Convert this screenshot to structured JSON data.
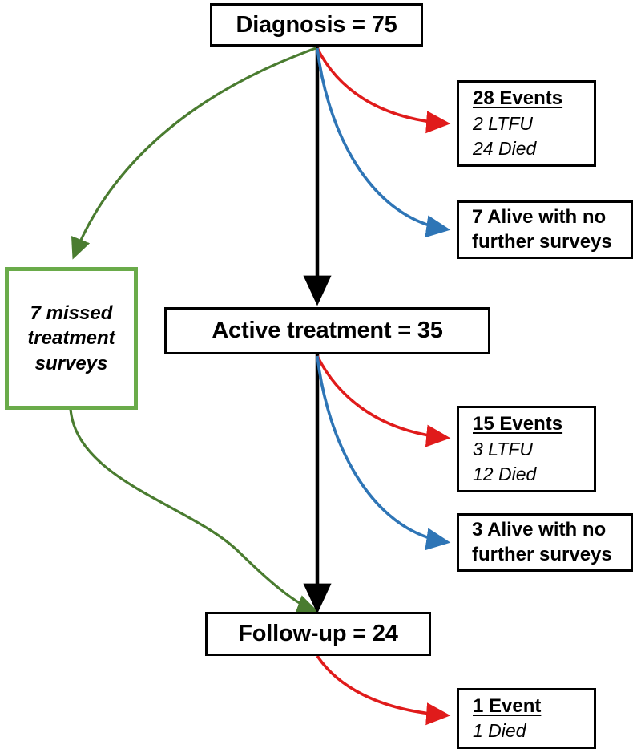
{
  "diagram": {
    "type": "flowchart",
    "title": "Patient follow-up flow diagram",
    "colors": {
      "event_arrow": "#e01b1b",
      "alive_arrow": "#2e75b6",
      "missed_arrow": "#4a7c30",
      "missed_box_border": "#6aab4a",
      "node_border": "#000000",
      "main_arrow": "#000000"
    },
    "nodes": {
      "diagnosis": {
        "label": "Diagnosis = 75"
      },
      "active_treatment": {
        "label": "Active treatment = 35"
      },
      "follow_up": {
        "label": "Follow-up = 24"
      },
      "missed_surveys": {
        "line1": "7 missed",
        "line2": "treatment",
        "line3": "surveys"
      },
      "events_diagnosis": {
        "header": "28 Events",
        "details": [
          "2 LTFU",
          "24 Died"
        ]
      },
      "alive_diagnosis": {
        "line1": "7 Alive with no",
        "line2": "further surveys"
      },
      "events_treatment": {
        "header": "15 Events",
        "details": [
          "3 LTFU",
          "12 Died"
        ]
      },
      "alive_treatment": {
        "line1": "3 Alive with no",
        "line2": "further surveys"
      },
      "events_followup": {
        "header": "1 Event",
        "details": [
          "1 Died"
        ]
      }
    }
  }
}
